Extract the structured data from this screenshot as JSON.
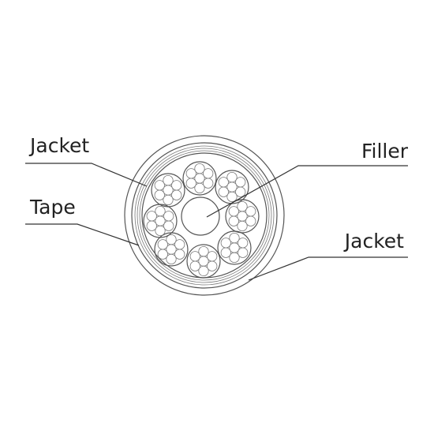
{
  "labels": {
    "jacket_outer": "Jacket",
    "tape": "Tape",
    "filler": "Filler",
    "jacket_inner": "Jacket"
  },
  "colors": {
    "line": "#555555",
    "text": "#222222",
    "background": "#ffffff"
  }
}
